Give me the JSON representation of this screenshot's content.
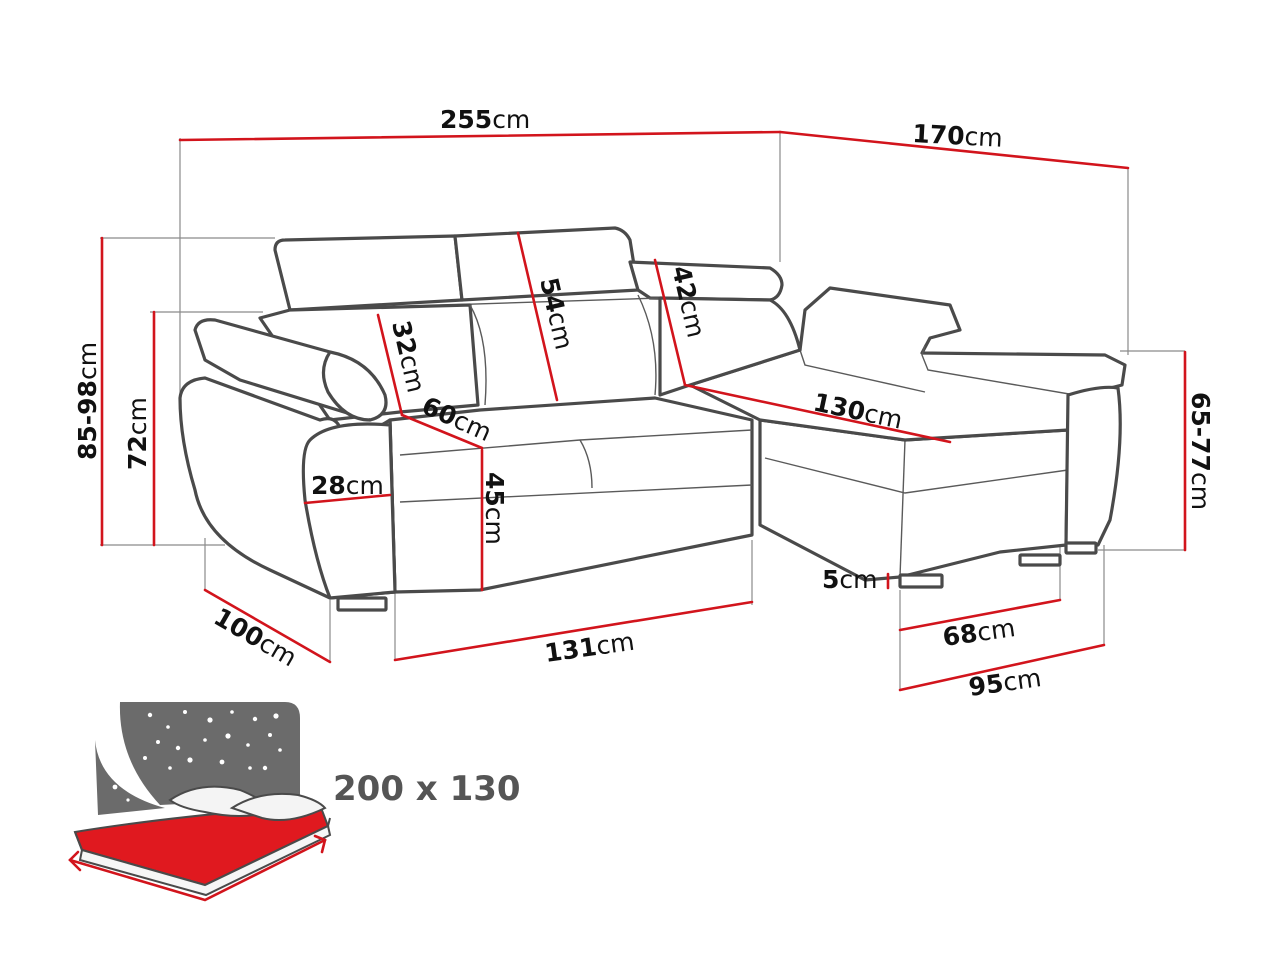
{
  "diagram": {
    "subject": "corner sofa bed dimensions",
    "unit": "cm",
    "colors": {
      "dimension_line": "#d2141c",
      "outline": "#4a4a4a",
      "guide": "#8a8a8a",
      "bed_icon_grey": "#6b6b6b",
      "bed_icon_red": "#e0191f"
    },
    "dimensions": {
      "total_width": {
        "value": "255",
        "unit": "cm"
      },
      "chaise_depth": {
        "value": "170",
        "unit": "cm"
      },
      "total_height": {
        "value": "85-98",
        "unit": "cm"
      },
      "back_height": {
        "value": "72",
        "unit": "cm"
      },
      "chaise_height": {
        "value": "65-77",
        "unit": "cm"
      },
      "headrest_height": {
        "value": "54",
        "unit": "cm"
      },
      "backrest_height": {
        "value": "32",
        "unit": "cm"
      },
      "chaise_back_height": {
        "value": "42",
        "unit": "cm"
      },
      "seat_depth": {
        "value": "60",
        "unit": "cm"
      },
      "chaise_length": {
        "value": "130",
        "unit": "cm"
      },
      "armrest_width": {
        "value": "28",
        "unit": "cm"
      },
      "seat_height": {
        "value": "45",
        "unit": "cm"
      },
      "sofa_depth": {
        "value": "100",
        "unit": "cm"
      },
      "seat_width": {
        "value": "131",
        "unit": "cm"
      },
      "leg_height": {
        "value": "5",
        "unit": "cm"
      },
      "chaise_seat_width": {
        "value": "68",
        "unit": "cm"
      },
      "chaise_width": {
        "value": "95",
        "unit": "cm"
      }
    },
    "sleeping_area": {
      "label": "200 x 130",
      "icon": "bed-night-icon"
    }
  }
}
